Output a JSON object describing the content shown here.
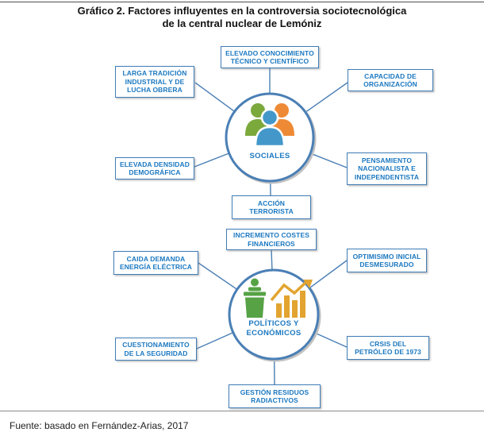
{
  "title": {
    "line1": "Gráfico 2. Factores influyentes en la controversia sociotecnológica",
    "line2": "de la central nuclear de Lemóniz"
  },
  "footer": {
    "source": "Fuente: basado en Fernández-Arias, 2017"
  },
  "colors": {
    "box_border": "#3f7cb6",
    "box_text": "#1b78c0",
    "connector": "#4a7fb5",
    "person_green": "#7BA93C",
    "person_orange": "#EE8A35",
    "person_blue": "#4398C9",
    "podium_green": "#56A245",
    "chart_orange": "#E2A42F"
  },
  "clusters": {
    "sociales": {
      "label_lines": [
        "SOCIALES"
      ],
      "icon": "people-group-icon",
      "factors": {
        "conocimiento": [
          "ELEVADO CONOCIMIENTO",
          "TÉCNICO Y CIENTÍFICO"
        ],
        "tradicion": [
          "LARGA TRADICIÓN",
          "INDUSTRIAL Y DE",
          "LUCHA OBRERA"
        ],
        "capacidad": [
          "CAPACIDAD DE",
          "ORGANIZACIÓN"
        ],
        "densidad": [
          "ELEVADA DENSIDAD",
          "DEMOGRÁFICA"
        ],
        "pensamiento": [
          "PENSAMIENTO",
          "NACIONALISTA E",
          "INDEPENDENTISTA"
        ],
        "terrorista": [
          "ACCIÓN",
          "TERRORISTA"
        ]
      }
    },
    "politicos": {
      "label_lines": [
        "POLÍTICOS Y",
        "ECONÓMICOS"
      ],
      "icon": "podium-and-chart-icon",
      "factors": {
        "costes": [
          "INCREMENTO COSTES",
          "FINANCIEROS"
        ],
        "caida": [
          "CAIDA DEMANDA",
          "ENERGÍA ELÉCTRICA"
        ],
        "optimismo": [
          "OPTIMISIMO INICIAL",
          "DESMESURADO"
        ],
        "cuestionamiento": [
          "CUESTIONAMIENTO",
          "DE LA SEGURIDAD"
        ],
        "crisis": [
          "CRSIS DEL",
          "PETRÓLEO DE 1973"
        ],
        "residuos": [
          "GESTIÓN RESIDUOS",
          "RADIACTIVOS"
        ]
      }
    }
  }
}
